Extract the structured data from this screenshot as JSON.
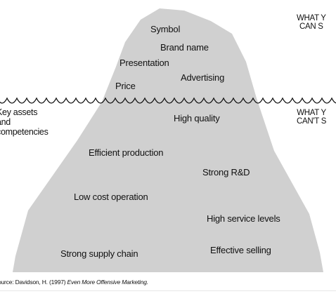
{
  "above_labels": [
    "Symbol",
    "Brand name",
    "Presentation",
    "Advertising",
    "Price"
  ],
  "below_labels": [
    "High quality",
    "Efficient production",
    "Strong R&D",
    "Low cost operation",
    "High service levels",
    "Strong supply chain",
    "Effective selling"
  ],
  "side_top": {
    "line1": "WHAT Y",
    "line2": "CAN S"
  },
  "side_bottom": {
    "line1": "WHAT Y",
    "line2": "CAN'T S"
  },
  "key_assets": {
    "line1": "Key assets",
    "line2": "and",
    "line3": "competencies"
  },
  "source": {
    "prefix": "ource: Davidson, H. (1997) ",
    "title": "Even More Offensive Marketing."
  },
  "colors": {
    "iceberg": "#d0d0d0",
    "water_line": "#111111",
    "text": "#111111"
  }
}
